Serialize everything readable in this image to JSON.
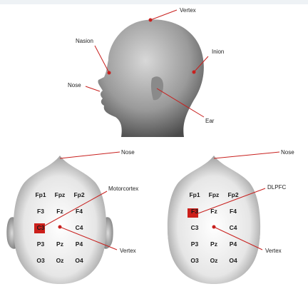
{
  "colors": {
    "teal": "#2aa3b3",
    "annotation": "#c8201e",
    "highlight": "#cc1f1a"
  },
  "head_profile": {
    "labels": {
      "vertex": "Vertex",
      "nasion": "Nasion",
      "inion": "Inion",
      "nose": "Nose",
      "ear": "Ear"
    }
  },
  "left_map": {
    "nose_label": "Nose",
    "region_label": "Motorcortex",
    "vertex_label": "Vertex",
    "highlighted": "C3",
    "electrodes": [
      [
        "Fp1",
        "Fpz",
        "Fp2"
      ],
      [
        "F3",
        "Fz",
        "F4"
      ],
      [
        "C3",
        "",
        "C4"
      ],
      [
        "P3",
        "Pz",
        "P4"
      ],
      [
        "O3",
        "Oz",
        "O4"
      ]
    ]
  },
  "right_map": {
    "nose_label": "Nose",
    "region_label": "DLPFC",
    "vertex_label": "Vertex",
    "highlighted": "F3",
    "electrodes": [
      [
        "Fp1",
        "Fpz",
        "Fp2"
      ],
      [
        "F3",
        "Fz",
        "F4"
      ],
      [
        "C3",
        "",
        "C4"
      ],
      [
        "P3",
        "Pz",
        "P4"
      ],
      [
        "O3",
        "Oz",
        "O4"
      ]
    ]
  }
}
